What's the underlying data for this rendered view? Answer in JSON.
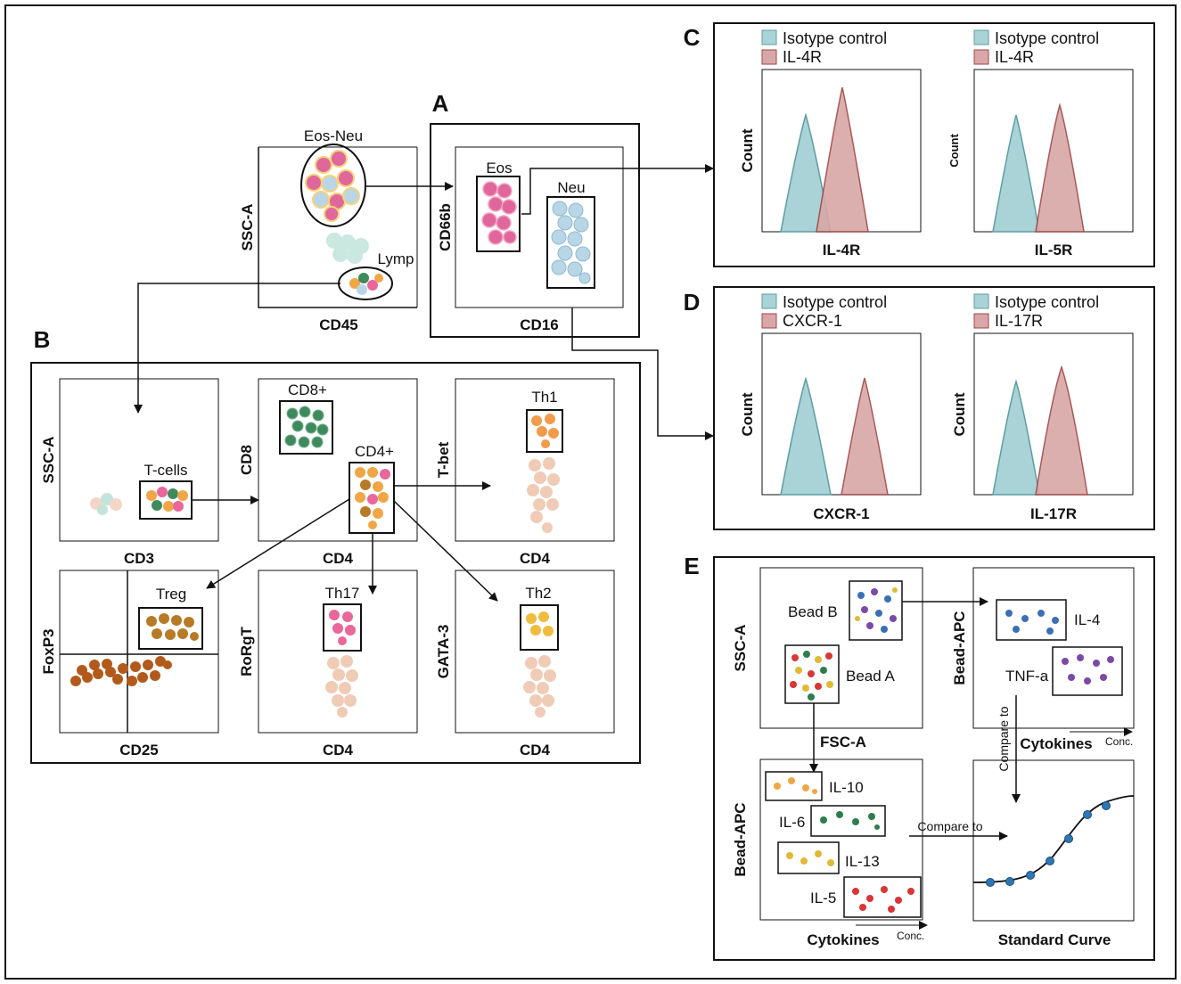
{
  "panels": {
    "A": "A",
    "B": "B",
    "C": "C",
    "D": "D",
    "E": "E"
  },
  "top_plot": {
    "xlabel": "CD45",
    "ylabel": "SSC-A",
    "gate1": "Eos-Neu",
    "gate2": "Lymp"
  },
  "panel_a": {
    "xlabel": "CD16",
    "ylabel": "CD66b",
    "gate_eos": "Eos",
    "gate_neu": "Neu"
  },
  "panel_b": {
    "p1": {
      "xlabel": "CD3",
      "ylabel": "SSC-A",
      "gate": "T-cells"
    },
    "p2": {
      "xlabel": "CD4",
      "ylabel": "CD8",
      "gate_cd8": "CD8+",
      "gate_cd4": "CD4+"
    },
    "p3": {
      "xlabel": "CD4",
      "ylabel": "T-bet",
      "gate": "Th1"
    },
    "p4": {
      "xlabel": "CD25",
      "ylabel": "FoxP3",
      "gate": "Treg"
    },
    "p5": {
      "xlabel": "CD4",
      "ylabel": "RoRgT",
      "gate": "Th17"
    },
    "p6": {
      "xlabel": "CD4",
      "ylabel": "GATA-3",
      "gate": "Th2"
    }
  },
  "panel_c": {
    "h1": {
      "legend1": "Isotype control",
      "legend2": "IL-4R",
      "xlabel": "IL-4R",
      "ylabel": "Count"
    },
    "h2": {
      "legend1": "Isotype control",
      "legend2": "IL-4R",
      "xlabel": "IL-5R",
      "ylabel": "Count"
    }
  },
  "panel_d": {
    "h1": {
      "legend1": "Isotype control",
      "legend2": "CXCR-1",
      "xlabel": "CXCR-1",
      "ylabel": "Count"
    },
    "h2": {
      "legend1": "Isotype control",
      "legend2": "IL-17R",
      "xlabel": "IL-17R",
      "ylabel": "Count"
    }
  },
  "panel_e": {
    "p1": {
      "xlabel": "FSC-A",
      "ylabel": "SSC-A",
      "bead_b": "Bead B",
      "bead_a": "Bead A"
    },
    "p2": {
      "xlabel": "Cytokines",
      "ylabel": "Bead-APC",
      "conc": "Conc.",
      "il4": "IL-4",
      "tnfa": "TNF-a"
    },
    "p3": {
      "xlabel": "Cytokines",
      "ylabel": "Bead-APC",
      "conc": "Conc.",
      "il10": "IL-10",
      "il6": "IL-6",
      "il13": "IL-13",
      "il5": "IL-5"
    },
    "p4": {
      "xlabel": "Standard Curve"
    },
    "compare1": "Compare to",
    "compare2": "Compare to"
  },
  "colors": {
    "isotype": "#a9d3d6",
    "isotype_edge": "#5d9ea2",
    "stain": "#d9a7a7",
    "stain_edge": "#a04646",
    "eos": "#e0679b",
    "neu": "#b9d6e6",
    "tcell_green": "#3f8a5c",
    "cd4_orange": "#f0a646",
    "th_pale": "#efc6ae",
    "treg": "#b77a26",
    "foxp3_low": "#b25a1c",
    "th1": "#f29b4a",
    "th17": "#e9679a",
    "th2": "#f0bc3d",
    "curve_dot": "#2f77b3"
  }
}
